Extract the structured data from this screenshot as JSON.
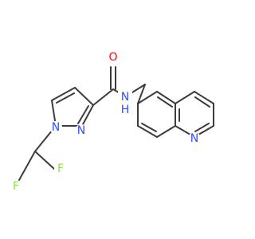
{
  "molecule": {
    "atoms": {
      "O": {
        "symbol": "O",
        "color": "#ff0d0d"
      },
      "NH": {
        "symbol": "N",
        "hydrogen": "H",
        "color": "#3050f8"
      },
      "N1": {
        "symbol": "N",
        "color": "#3050f8"
      },
      "N2": {
        "symbol": "N",
        "color": "#3050f8"
      },
      "Nq": {
        "symbol": "N",
        "color": "#3050f8"
      },
      "F1": {
        "symbol": "F",
        "color": "#90e050"
      },
      "F2": {
        "symbol": "F",
        "color": "#90e050"
      }
    },
    "bond_color": "#3c3c3c"
  }
}
